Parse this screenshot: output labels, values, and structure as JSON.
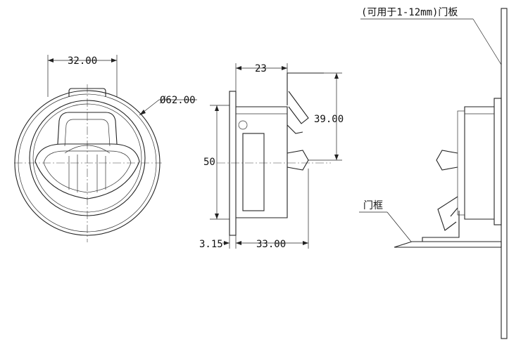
{
  "front_view": {
    "width_dim": "32.00",
    "diameter_dim": "Ø62.00"
  },
  "side_view": {
    "depth_dim": "23",
    "height_dim": "39.00",
    "outer_height_dim": "50",
    "flange_dim": "3.15",
    "body_dim": "33.00"
  },
  "install_view": {
    "door_panel_note": "(可用于1-12mm)门板",
    "door_frame_note": "门框"
  }
}
